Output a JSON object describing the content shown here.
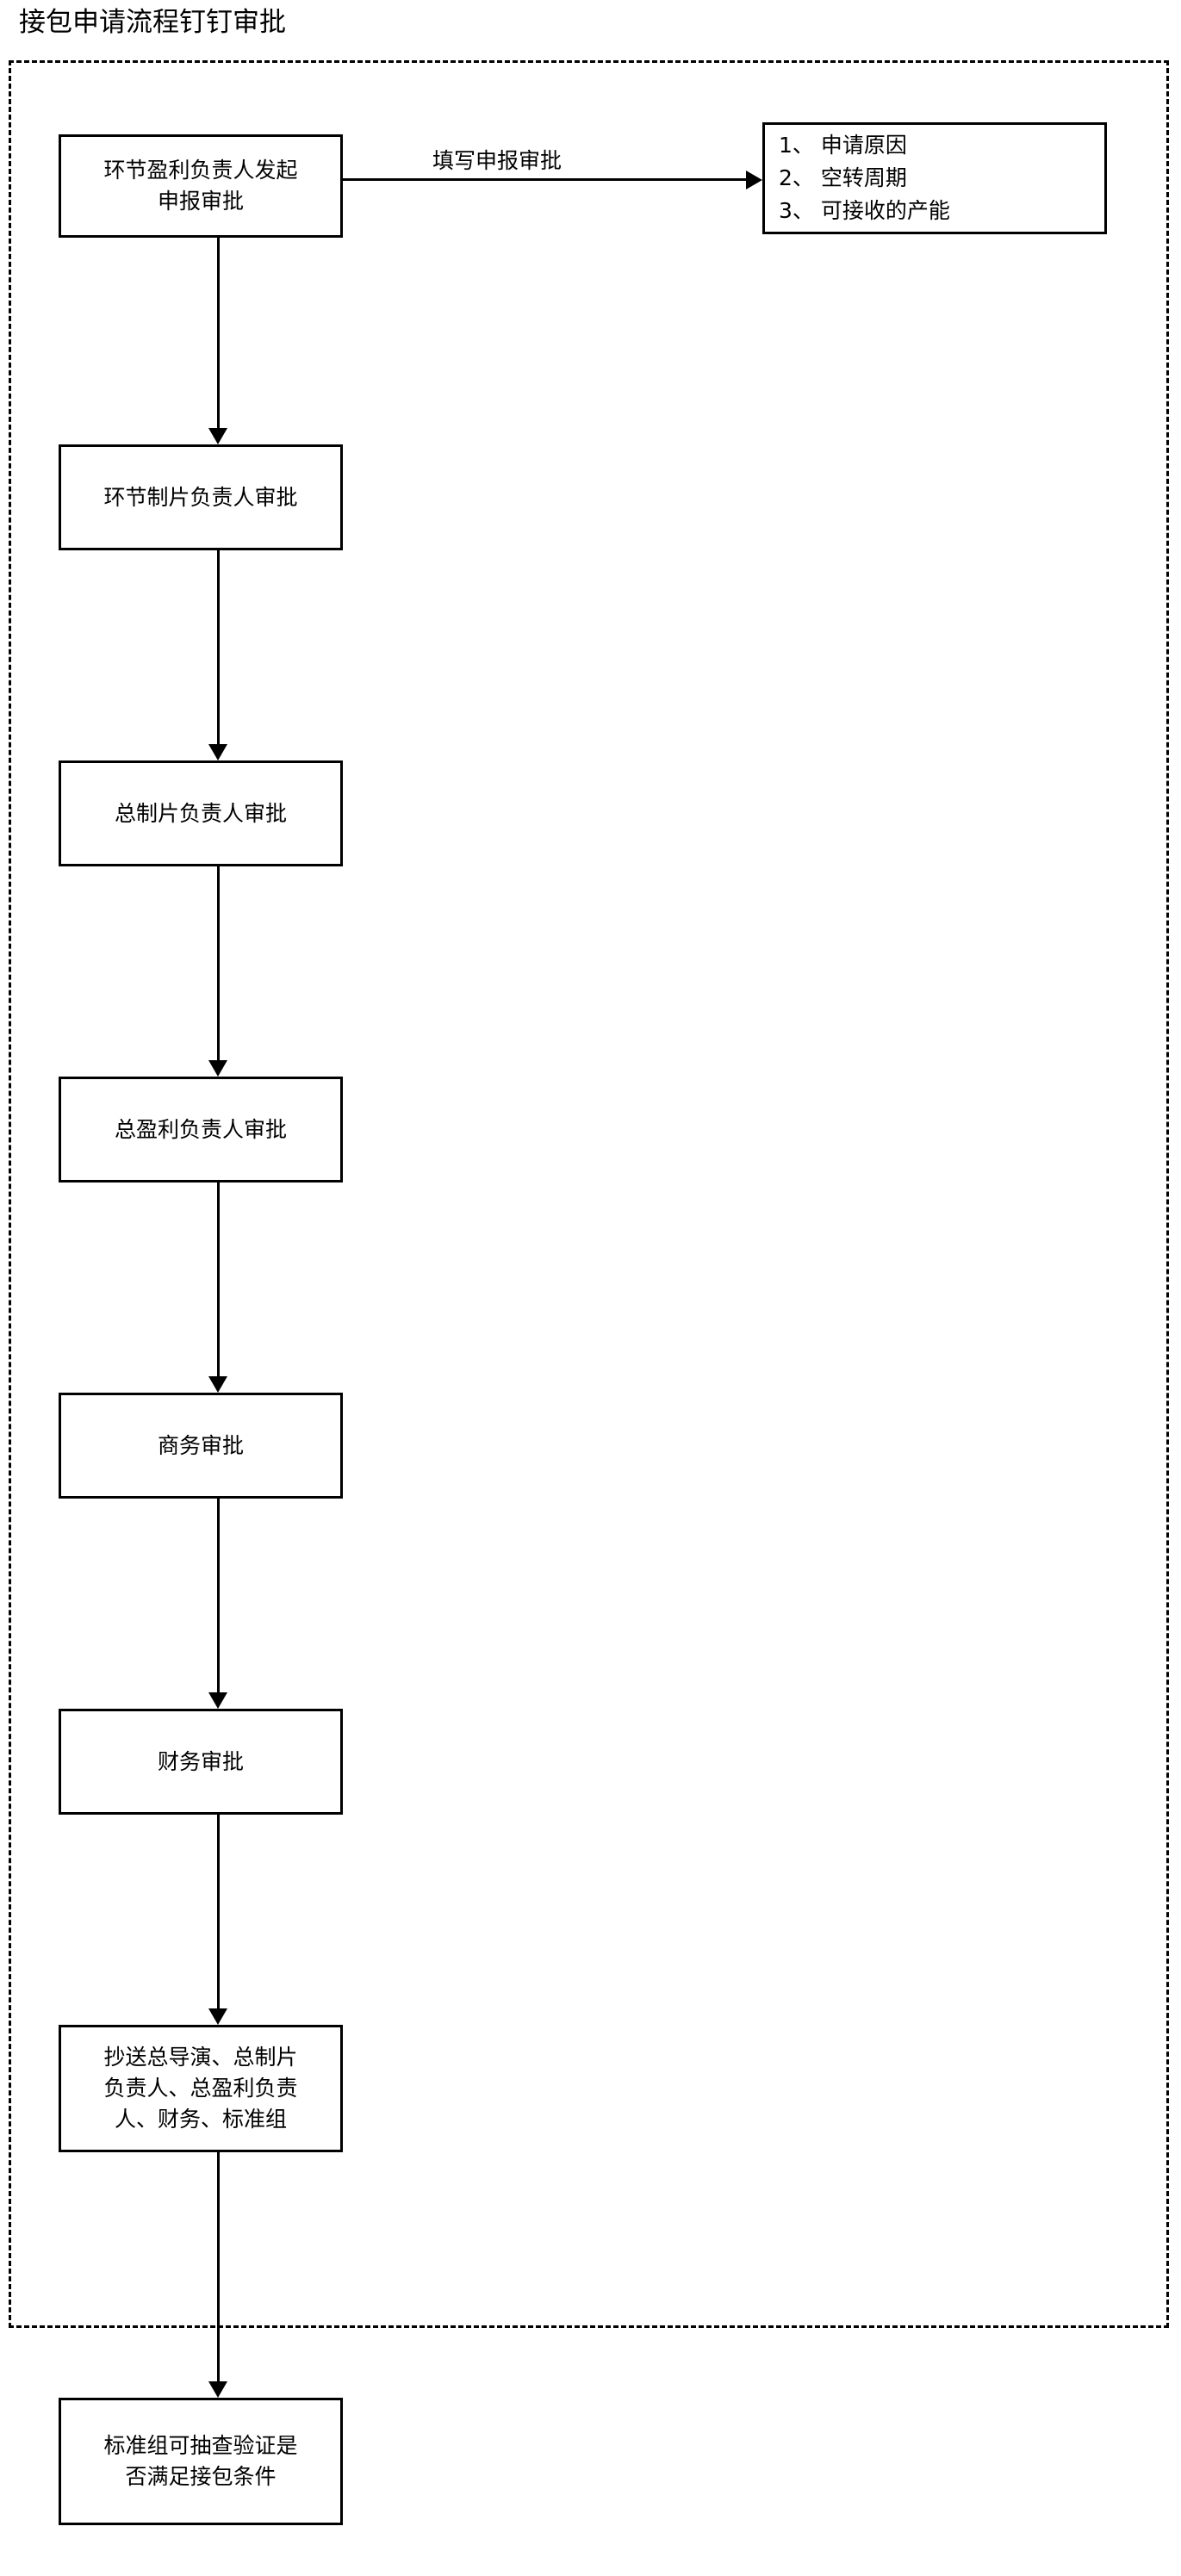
{
  "diagram": {
    "title": "接包申请流程钉钉审批",
    "type": "flowchart",
    "orientation": "top-to-bottom",
    "dashed_group_label": "",
    "nodes": [
      {
        "id": "n1",
        "label": "环节盈利负责人发起\n申报审批",
        "shape": "rectangle",
        "in_dashed_group": true
      },
      {
        "id": "n2",
        "label": "环节制片负责人审批",
        "shape": "rectangle",
        "in_dashed_group": true
      },
      {
        "id": "n3",
        "label": "总制片负责人审批",
        "shape": "rectangle",
        "in_dashed_group": true
      },
      {
        "id": "n4",
        "label": "总盈利负责人审批",
        "shape": "rectangle",
        "in_dashed_group": true
      },
      {
        "id": "n5",
        "label": "商务审批",
        "shape": "rectangle",
        "in_dashed_group": true
      },
      {
        "id": "n6",
        "label": "财务审批",
        "shape": "rectangle",
        "in_dashed_group": true
      },
      {
        "id": "n7",
        "label": "抄送总导演、总制片\n负责人、总盈利负责\n人、财务、标准组",
        "shape": "rectangle",
        "in_dashed_group": true
      },
      {
        "id": "n8",
        "label": "标准组可抽查验证是\n否满足接包条件",
        "shape": "rectangle",
        "in_dashed_group": false
      }
    ],
    "side_node": {
      "id": "s1",
      "shape": "rectangle",
      "items": [
        "1、 申请原因",
        "2、 空转周期",
        "3、 可接收的产能"
      ]
    },
    "edges": [
      {
        "from": "n1",
        "to": "s1",
        "label": "填写申报审批",
        "direction": "right"
      },
      {
        "from": "n1",
        "to": "n2",
        "label": "",
        "direction": "down"
      },
      {
        "from": "n2",
        "to": "n3",
        "label": "",
        "direction": "down"
      },
      {
        "from": "n3",
        "to": "n4",
        "label": "",
        "direction": "down"
      },
      {
        "from": "n4",
        "to": "n5",
        "label": "",
        "direction": "down"
      },
      {
        "from": "n5",
        "to": "n6",
        "label": "",
        "direction": "down"
      },
      {
        "from": "n6",
        "to": "n7",
        "label": "",
        "direction": "down"
      },
      {
        "from": "n7",
        "to": "n8",
        "label": "",
        "direction": "down"
      }
    ],
    "colors": {
      "stroke": "#000000",
      "fill": "#ffffff",
      "text": "#000000",
      "background": "#ffffff"
    }
  }
}
